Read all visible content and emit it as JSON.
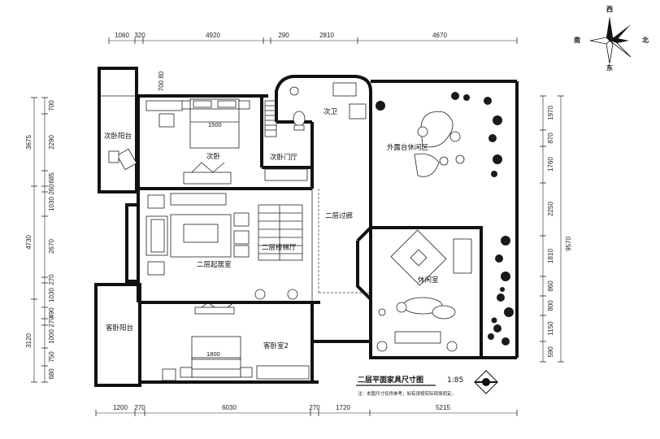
{
  "dimensions": {
    "top": [
      "1060",
      "320",
      "4920",
      "290",
      "2810",
      "4670"
    ],
    "bottom": [
      "1200",
      "270",
      "6030",
      "270",
      "1720",
      "5215"
    ],
    "left": [
      "700",
      "2290",
      "685",
      "260",
      "1030",
      "2670",
      "270",
      "1030",
      "490",
      "270",
      "1000",
      "750",
      "680"
    ],
    "left_totals": [
      "3675",
      "4730",
      "3120"
    ],
    "right": [
      "1970",
      "870",
      "1760",
      "2250",
      "1810",
      "860",
      "800",
      "1150",
      "590"
    ],
    "right_total": "9570",
    "small": "700 80"
  },
  "rooms": {
    "second_bedroom_balcony": "次卧阳台",
    "second_bedroom": "次卧",
    "second_bedroom_foyer": "次卧门厅",
    "second_bathroom": "次卫",
    "outdoor_terrace": "外露台休闲区",
    "second_corridor": "二层过廊",
    "second_living_room": "二层起居室",
    "second_stair_hall": "二层楼梯厅",
    "lounge": "休闲室",
    "guest_balcony": "客卧阳台",
    "guest_bedroom_2": "客卧室2"
  },
  "bed_sizes": {
    "top_bed": "1500",
    "bottom_bed": "1800"
  },
  "title": "二层平面家具尺寸图",
  "scale": "1:85",
  "note": "注：本图尺寸仅供参考，如有误按实际现场而定。",
  "compass": {
    "north": "北",
    "south": "南",
    "east": "东",
    "west": "西"
  }
}
